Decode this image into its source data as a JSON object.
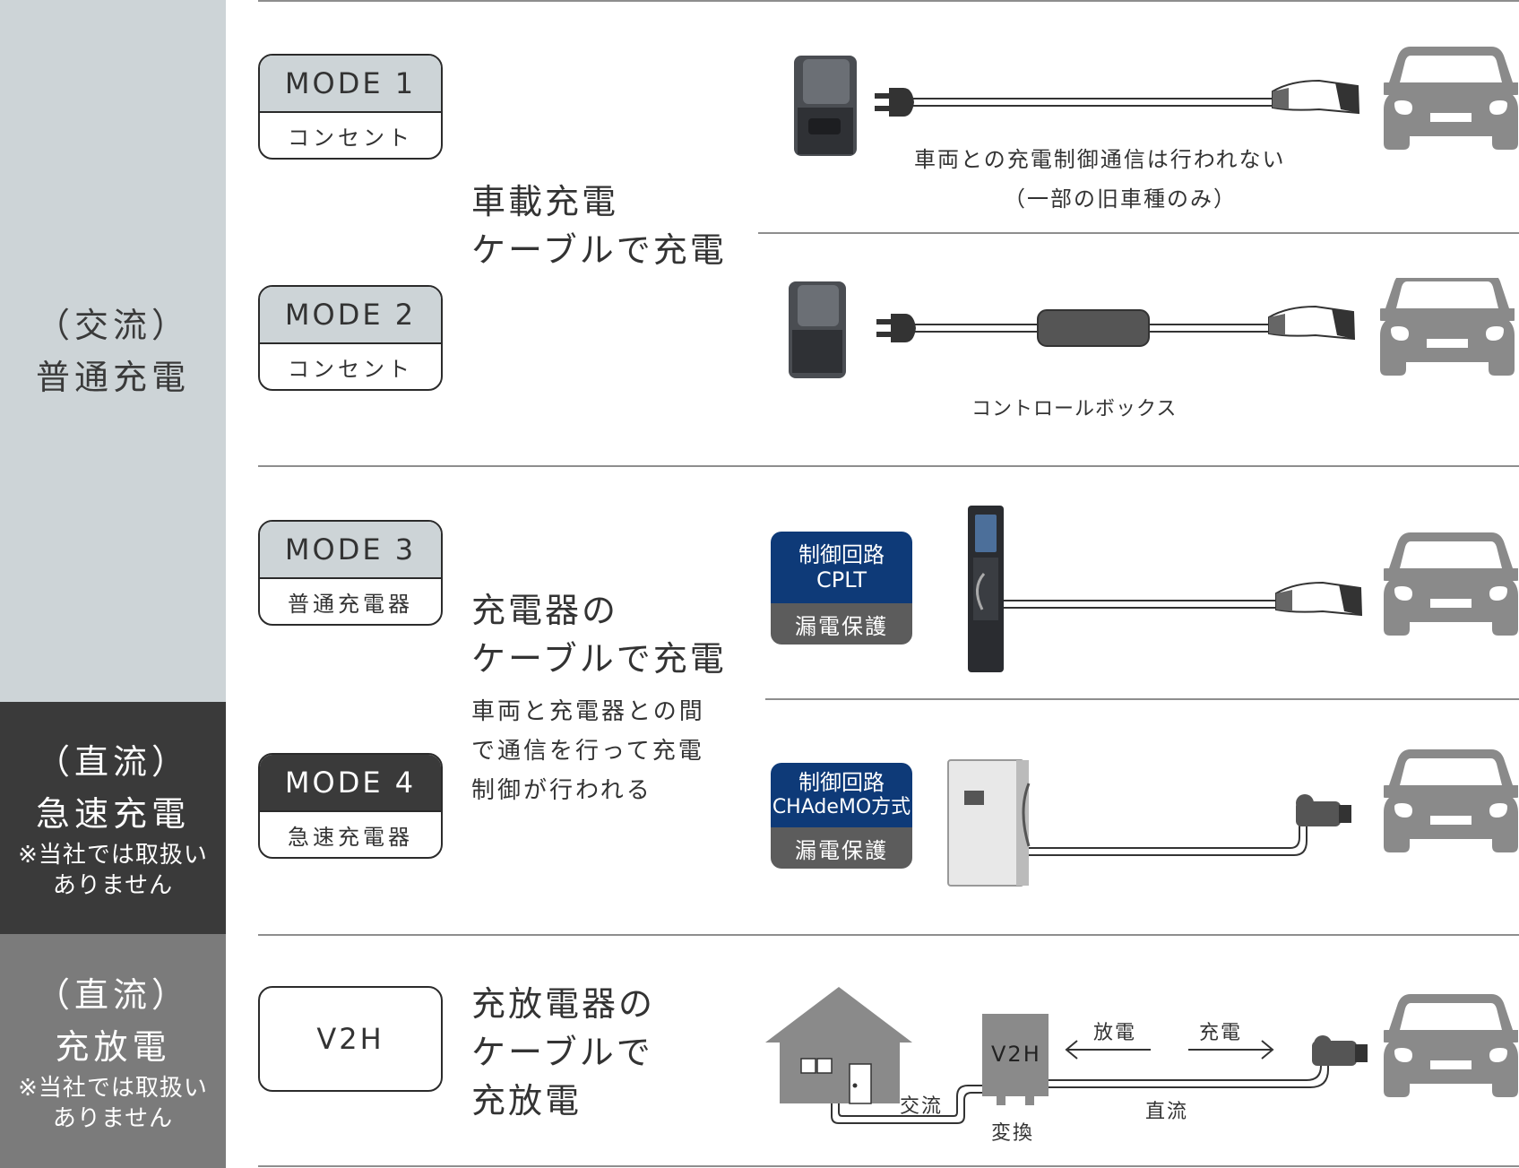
{
  "categories": {
    "ac": {
      "title1": "（交流）",
      "title2": "普通充電"
    },
    "dc_fast": {
      "title1": "（直流）",
      "title2": "急速充電",
      "note1": "※当社では取扱い",
      "note2": "ありません"
    },
    "dc_v2h": {
      "title1": "（直流）",
      "title2": "充放電",
      "note1": "※当社では取扱い",
      "note2": "ありません"
    }
  },
  "modes": {
    "mode1": {
      "name": "MODE 1",
      "sub": "コンセント"
    },
    "mode2": {
      "name": "MODE 2",
      "sub": "コンセント"
    },
    "mode3": {
      "name": "MODE 3",
      "sub": "普通充電器"
    },
    "mode4": {
      "name": "MODE 4",
      "sub": "急速充電器"
    },
    "v2h": {
      "name": "V2H"
    }
  },
  "descriptions": {
    "onboard": {
      "line1": "車載充電",
      "line2": "ケーブルで充電"
    },
    "charger": {
      "line1": "充電器の",
      "line2": "ケーブルで充電"
    },
    "charger_note": {
      "line1": "車両と充電器との間",
      "line2": "で通信を行って充電",
      "line3": "制御が行われる"
    },
    "v2h": {
      "line1": "充放電器の",
      "line2": "ケーブルで",
      "line3": "充放電"
    }
  },
  "mode1_caption": {
    "line1": "車両との充電制御通信は行われない",
    "line2": "（一部の旧車種のみ）"
  },
  "mode2_caption": "コントロールボックス",
  "control_boxes": {
    "mode3": {
      "line1": "制御回路",
      "line2": "CPLT",
      "protect": "漏電保護"
    },
    "mode4": {
      "line1": "制御回路",
      "line2": "CHAdeMO方式",
      "protect": "漏電保護"
    }
  },
  "v2h_diagram": {
    "unit_label": "V2H",
    "discharge": "放電",
    "charge": "充電",
    "ac": "交流",
    "conversion": "変換",
    "dc": "直流"
  },
  "colors": {
    "ac_bg": "#cdd4d7",
    "dc_fast_bg": "#3a3a3a",
    "dc_v2h_bg": "#7b7b7b",
    "control_blue": "#0e3a78",
    "car_gray": "#8a8a8a"
  }
}
